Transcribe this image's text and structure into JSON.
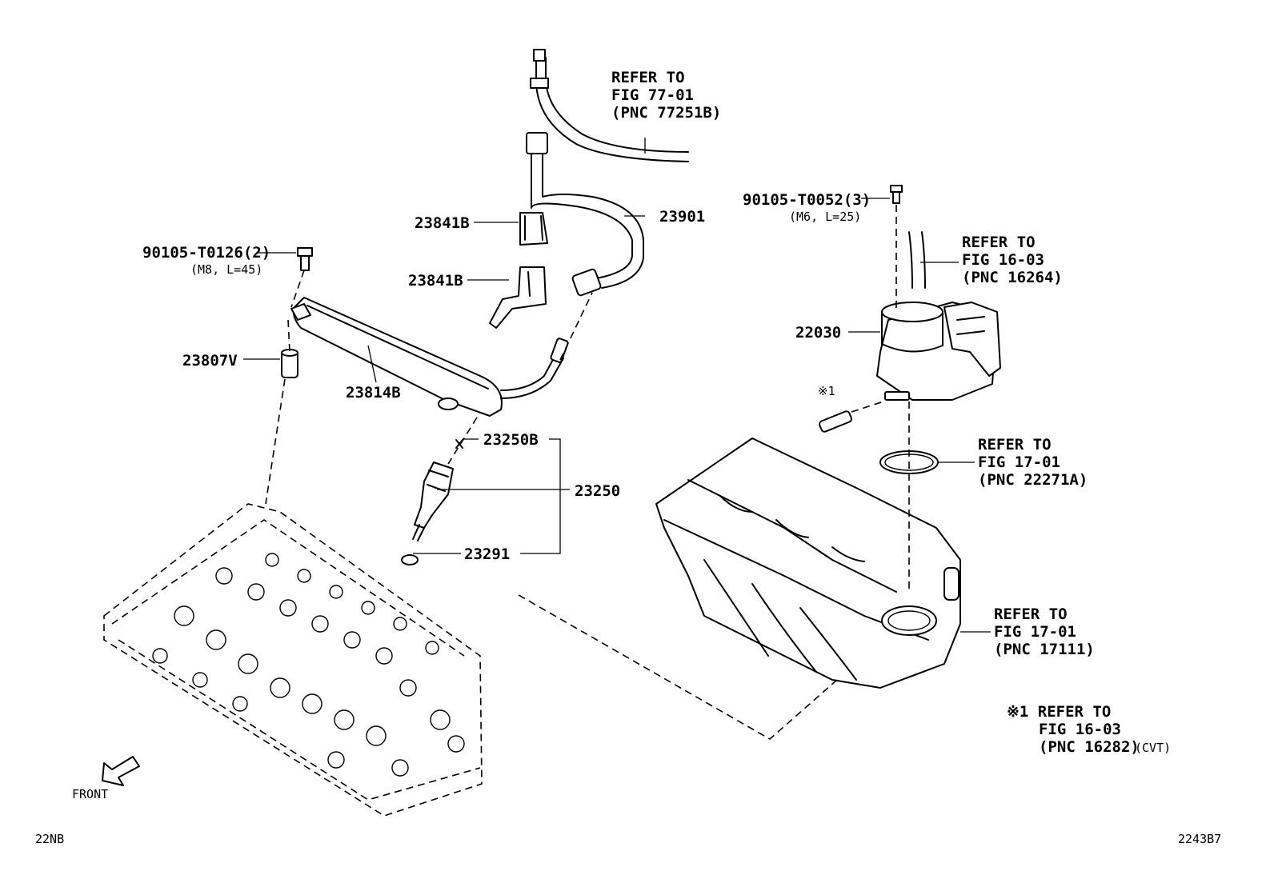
{
  "callouts": {
    "refer_hose": [
      "REFER TO",
      "FIG 77-01",
      "(PNC 77251B)"
    ],
    "p23901": "23901",
    "p23841b_a": "23841B",
    "p23841b_b": "23841B",
    "bolt_rail": "90105-T0126(2)",
    "bolt_rail_spec": "(M8, L=45)",
    "p23807v": "23807V",
    "p23814b": "23814B",
    "p23250b": "23250B",
    "p23250": "23250",
    "p23291": "23291",
    "bolt_throttle": "90105-T0052(3)",
    "bolt_throttle_spec": "(M6, L=25)",
    "refer_16264": [
      "REFER TO",
      "FIG 16-03",
      "(PNC 16264)"
    ],
    "p22030": "22030",
    "note_marker": "※1",
    "refer_22271a": [
      "REFER TO",
      "FIG 17-01",
      "(PNC 22271A)"
    ],
    "refer_17111": [
      "REFER TO",
      "FIG 17-01",
      "(PNC 17111)"
    ],
    "note_refer": [
      "※1 REFER TO",
      "FIG 16-03",
      "(PNC 16282)"
    ],
    "note_cvt": "(CVT)",
    "front": "FRONT",
    "engine_code": "22NB",
    "figure_code": "2243B7"
  },
  "icons": {
    "front_arrow": "front-direction-arrow-icon"
  }
}
